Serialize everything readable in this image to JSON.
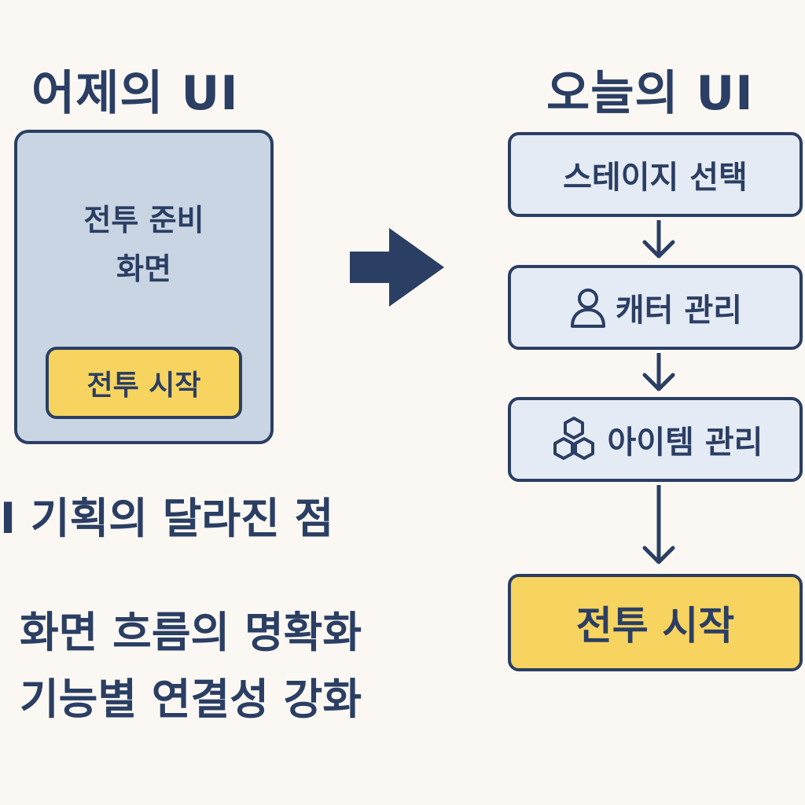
{
  "left": {
    "title": "어제의 UI",
    "panel_text_line1": "전투 준비",
    "panel_text_line2": "화면",
    "button_label": "전투 시작"
  },
  "right": {
    "title": "오늘의 UI",
    "steps": [
      {
        "label": "스테이지 선택",
        "icon": ""
      },
      {
        "label": "캐터 관리",
        "icon": "person-icon"
      },
      {
        "label": "아이템 관리",
        "icon": "hexagon-cluster-icon"
      },
      {
        "label": "전투 시작",
        "icon": ""
      }
    ]
  },
  "bottom": {
    "heading": "I 기획의 달라진 점",
    "line1": "화면 흐름의 명확화",
    "line2": "기능별 연결성 강화"
  },
  "colors": {
    "navy": "#2b3e63",
    "panel": "#c9d5e3",
    "step": "#e5ebf4",
    "highlight": "#f7d45f",
    "background": "#fbf8f3"
  }
}
